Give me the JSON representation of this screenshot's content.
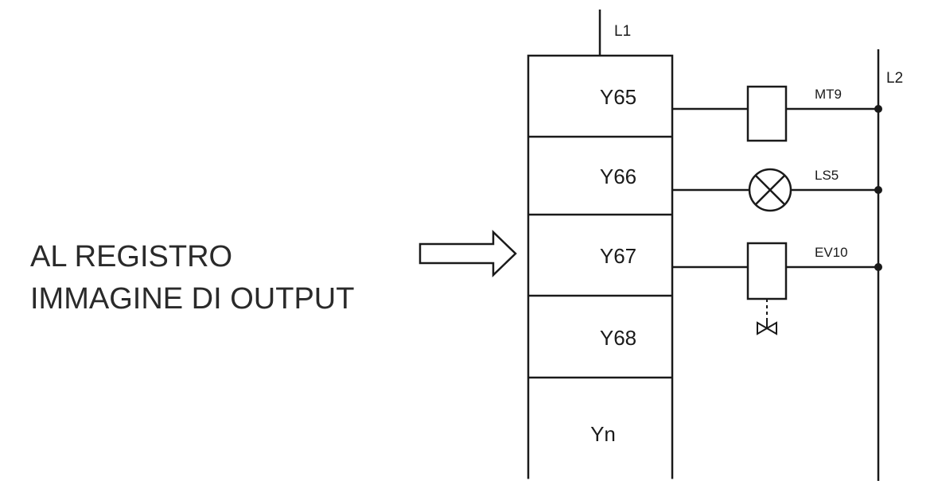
{
  "caption": {
    "line1": "AL REGISTRO",
    "line2": "IMMAGINE DI OUTPUT"
  },
  "rails": {
    "left": "L1",
    "right": "L2"
  },
  "register": {
    "slots": [
      {
        "label": "Y65"
      },
      {
        "label": "Y66"
      },
      {
        "label": "Y67"
      },
      {
        "label": "Y68"
      },
      {
        "label": "Yn"
      }
    ]
  },
  "outputs": [
    {
      "slot": "Y65",
      "device_label": "MT9",
      "symbol": "relay-coil-icon"
    },
    {
      "slot": "Y66",
      "device_label": "LS5",
      "symbol": "lamp-icon"
    },
    {
      "slot": "Y67",
      "device_label": "EV10",
      "symbol": "solenoid-valve-icon"
    }
  ]
}
